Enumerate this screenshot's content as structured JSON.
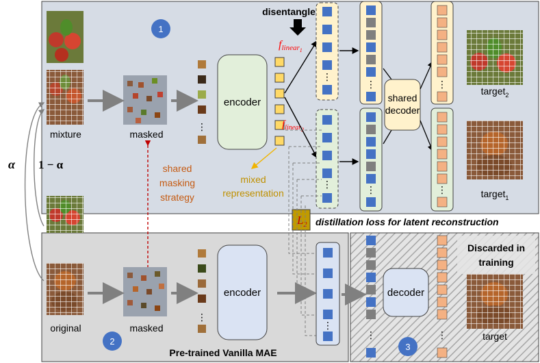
{
  "labels": {
    "mixture": "mixture",
    "masked_top": "masked",
    "encoder_top": "encoder",
    "disentangle": "disentangle",
    "f_linear_1_base": "f",
    "f_linear_1_sub": "linear",
    "f_linear_1_idx": "1",
    "f_linear_2_base": "f",
    "f_linear_2_sub": "linear",
    "f_linear_2_idx": "2",
    "shared_decoder_line1": "shared",
    "shared_decoder_line2": "decoder",
    "target2_base": "target",
    "target2_idx": "2",
    "target1_base": "target",
    "target1_idx": "1",
    "alpha": "α",
    "one_minus_alpha": "1 − α",
    "shared_masking_1": "shared",
    "shared_masking_2": "masking",
    "shared_masking_3": "strategy",
    "mixed_rep_1": "mixed",
    "mixed_rep_2": "representation",
    "l2_base": "L",
    "l2_idx": "2",
    "distillation_loss": "distillation loss for latent reconstruction",
    "original": "original",
    "masked_bottom": "masked",
    "encoder_bottom": "encoder",
    "decoder_bottom": "decoder",
    "discarded_1": "Discarded in",
    "discarded_2": "training",
    "target": "target",
    "pretrained_mae": "Pre-trained Vanilla MAE",
    "ellipsis": "⋮",
    "circle_1": "1",
    "circle_2": "2",
    "circle_3": "3"
  },
  "colors": {
    "panel_top": "#d6dce5",
    "panel_bottom": "#d9d9d9",
    "encoder_top_fill": "#e2efda",
    "encoder_bottom_fill": "#dae3f3",
    "token_yellow": "#ffd966",
    "token_blue": "#4472c4",
    "token_gray": "#7f7f7f",
    "token_orange": "#f4b183",
    "decoder_fill": "#fff2cc",
    "circle_blue": "#4472c4",
    "f_linear_red": "#ff0000",
    "shared_masking_text": "#c55a11",
    "mixed_rep_text": "#bf9000",
    "l2_fill": "#c09a00",
    "l2_text": "#c00000"
  }
}
